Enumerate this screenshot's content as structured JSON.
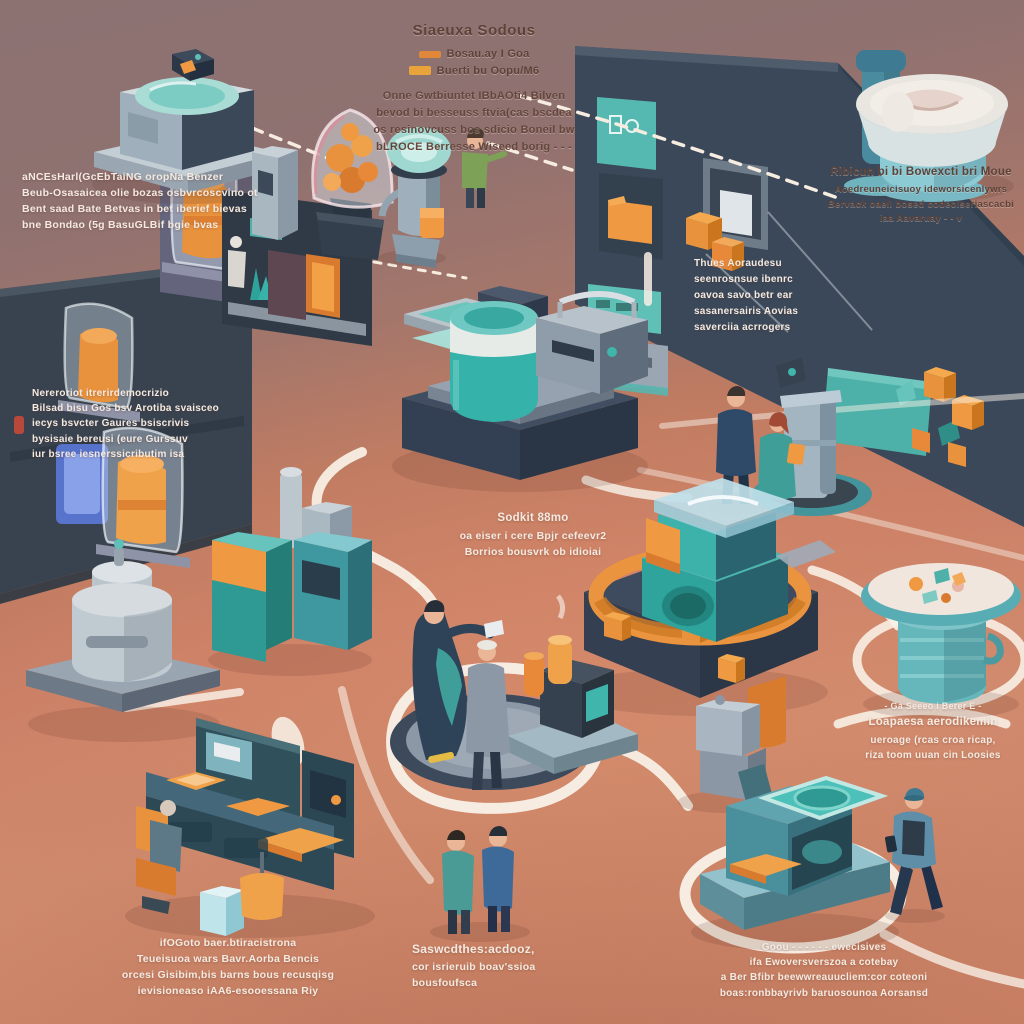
{
  "palette": {
    "background_top": "#8c7372",
    "floor_terracotta": "#cb8066",
    "panel_navy": "#3b4859",
    "teal": "#3fb3ab",
    "teal_light": "#9fd8d2",
    "accent_orange": "#e8923d",
    "path_cream": "#f8efe5",
    "text_dark": "#5d4238",
    "text_light": "#f3eae1"
  },
  "annotations": {
    "top_center": {
      "title": "Siaeuxa Sodous",
      "legend": [
        {
          "label": "Bosau.ay I Goa",
          "swatch": "#e0873a"
        },
        {
          "label": "Buerti bu Oopu/M6",
          "swatch": "#e8a43a"
        }
      ],
      "body_lines": [
        "Onne Gwtbiuntet IBbAOti4 Bilven",
        "bevod bi besseuss ftvia(cas bscdea",
        "os resinovcuss bos sdicio Boneil bw",
        "bLROCE Berresse Wiseed  borig - - -"
      ]
    },
    "upper_left": {
      "lines": [
        "aNCEsHarl(GcEbTaiNG oropNa Benzer",
        "Beub-Osasaicea olie bozas osbvrcoscvino ot",
        "Bent saad Bate Betvas in bet iberief bievas",
        "bne Bondao (5g  BasuGLBif bgie bvas"
      ]
    },
    "left_panel": {
      "lines": [
        "Nereroriot      itrerirdemocrizio",
        "Bilsad bisu Gos bsv Arotiba svaisceo",
        "iecys bsvcter Gaures bsiscrivis",
        "bysisaie bereusi (eure Gurssuv",
        "iur bsree iesnerssicributim isa"
      ]
    },
    "center": {
      "title": "Sodkit 88mo",
      "lines": [
        "oa eiser i cere Bpjr cefeevr2",
        "Borrios bousvrk ob idioiai"
      ]
    },
    "right_panel": {
      "lines": [
        "Thues Aoraudesu",
        "seenrosnsue ibenrc",
        "oavoa savo betr ear",
        "sasanersairis Aovias",
        "saverciia acrrogers"
      ]
    },
    "upper_right": {
      "title": "Ribicun bi bi Bowexcti bri Moue",
      "lines": [
        "Aoedreuneicisuoy ideworsicenlywrs",
        "Bervack oaell bosed codeoiseriascacbi",
        "iaa Aavaruay  - -  v"
      ]
    },
    "mid_right": {
      "small_line": "- Ga Seeeo i Berer E -",
      "title": "Loapaesa aerodikemin",
      "lines": [
        "ueroage (rcas croa ricap,",
        "riza toom uuan cin Loosies"
      ]
    },
    "bottom_left": {
      "lines": [
        "ifOGoto baer.btiracistrona",
        "Teueisuoa wars Bavr.Aorba Bencis",
        "orcesi Gisibim,bis barns bous recusqisg",
        "ievisioneaso iAA6-esooessana Riy"
      ]
    },
    "bottom_center": {
      "title": "Saswcdthes:acdooz,",
      "lines": [
        "cor isrieruib boav'ssioa",
        "bousfoufsca"
      ]
    },
    "bottom_right": {
      "lines": [
        "Goou - - - - - - ewecisives",
        "ifa Ewoversverszoa a cotebay",
        "a Ber Bfibr beewwreauucliem:cor coteoni",
        "boas:ronbbayrivb baruosounoa Aorsansd"
      ]
    }
  }
}
